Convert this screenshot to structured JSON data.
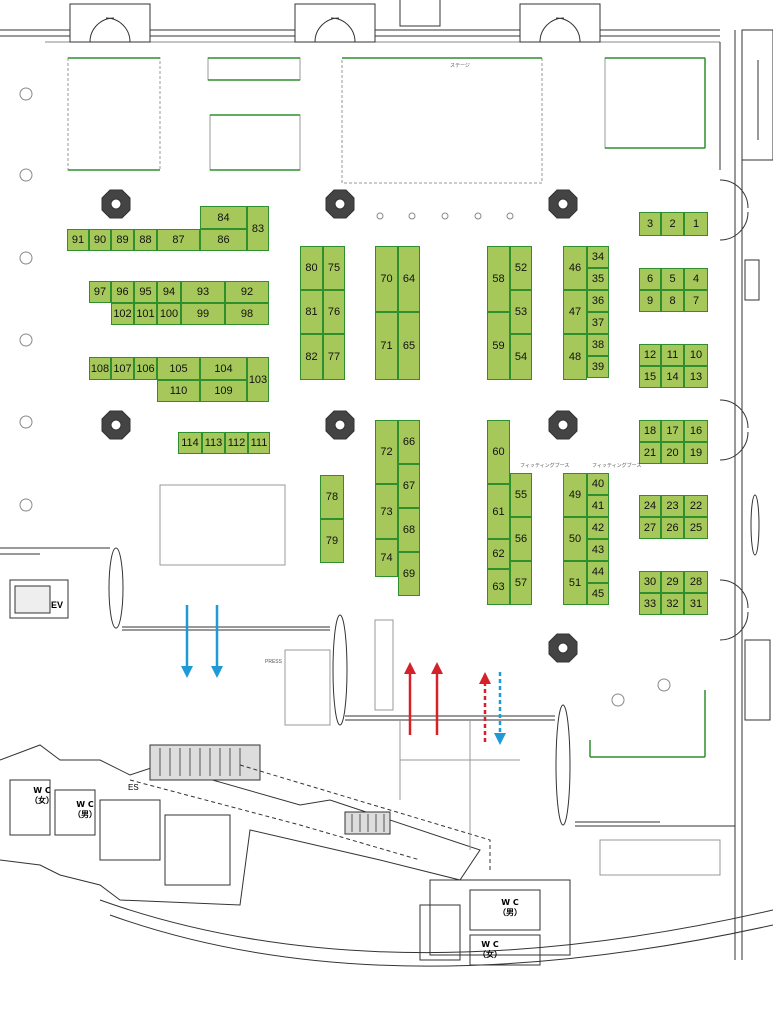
{
  "colors": {
    "booth_fill": "#a6c85a",
    "booth_border": "#2f8f2f",
    "wall": "#333333",
    "entry_arrow": "#1e9ad6",
    "exit_arrow": "#d6212a"
  },
  "booths": [
    "1",
    "2",
    "3",
    "4",
    "5",
    "6",
    "7",
    "8",
    "9",
    "10",
    "11",
    "12",
    "13",
    "14",
    "15",
    "16",
    "17",
    "18",
    "19",
    "20",
    "21",
    "22",
    "23",
    "24",
    "25",
    "26",
    "27",
    "28",
    "29",
    "30",
    "31",
    "32",
    "33",
    "34",
    "35",
    "36",
    "37",
    "38",
    "39",
    "40",
    "41",
    "42",
    "43",
    "44",
    "45",
    "46",
    "47",
    "48",
    "49",
    "50",
    "51",
    "52",
    "53",
    "54",
    "55",
    "56",
    "57",
    "58",
    "59",
    "60",
    "61",
    "62",
    "63",
    "64",
    "65",
    "66",
    "67",
    "68",
    "69",
    "70",
    "71",
    "72",
    "73",
    "74",
    "75",
    "76",
    "77",
    "78",
    "79",
    "80",
    "81",
    "82",
    "83",
    "84",
    "86",
    "87",
    "88",
    "89",
    "90",
    "91",
    "92",
    "93",
    "94",
    "95",
    "96",
    "97",
    "98",
    "99",
    "100",
    "101",
    "102",
    "103",
    "104",
    "105",
    "106",
    "107",
    "108",
    "109",
    "110",
    "111",
    "112",
    "113",
    "114"
  ],
  "labels": {
    "ev": "EV",
    "es": "ES",
    "wc_female": "W C\n（女）",
    "wc_male": "W C\n（男）",
    "stage": "ステージ",
    "fitting_1": "フィッティングブース",
    "fitting_2": "フィッティングブース",
    "press": "PRESS"
  }
}
